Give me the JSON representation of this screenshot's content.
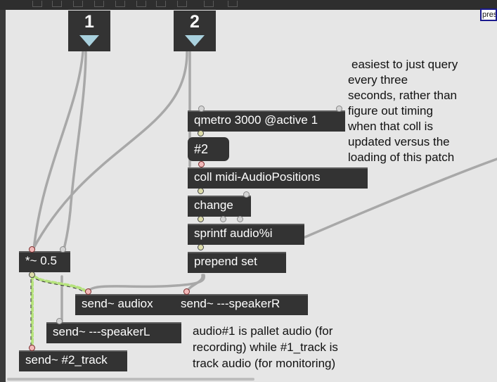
{
  "inlets": [
    {
      "number": "1"
    },
    {
      "number": "2"
    }
  ],
  "objects": {
    "qmetro": "qmetro 3000 @active 1",
    "number_message": "#2",
    "coll": "coll midi-AudioPositions",
    "change": "change",
    "sprintf": "sprintf audio%i",
    "prepend": "prepend set",
    "multiply": "*~ 0.5",
    "send_audiox": "send~ audiox",
    "send_speakerR": "send~ ---speakerR",
    "send_speakerL": "send~ ---speakerL",
    "send_track": "send~ #2_track"
  },
  "comments": {
    "timing": "easiest to just query\nevery three\nseconds, rather than\nfigure out timing\nwhen that coll is\nupdated versus the\nloading of this patch",
    "audio_note": "audio#1 is pallet audio (for\nrecording) while #1_track is\ntrack audio (for monitoring)"
  },
  "corner_label": "pres",
  "colors": {
    "object_bg": "#333333",
    "patch_bg": "#e6e6e6",
    "inlet_triangle": "#a9d1de",
    "signal_cord": "#b5e27c"
  }
}
